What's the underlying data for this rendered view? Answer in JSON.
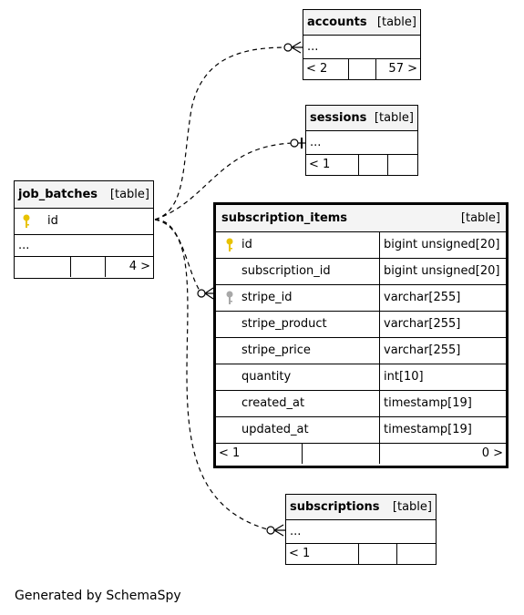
{
  "tables": {
    "accounts": {
      "name": "accounts",
      "kind": "[table]",
      "row": "...",
      "footer": [
        "< 2",
        "",
        "57 >"
      ]
    },
    "sessions": {
      "name": "sessions",
      "kind": "[table]",
      "row": "...",
      "footer": [
        "< 1",
        "",
        ""
      ]
    },
    "job_batches": {
      "name": "job_batches",
      "kind": "[table]",
      "columns": [
        "id"
      ],
      "more": "...",
      "footer": [
        "",
        "",
        "4 >"
      ]
    },
    "subscription_items": {
      "name": "subscription_items",
      "kind": "[table]",
      "columns": [
        {
          "name": "id",
          "type": "bigint unsigned[20]",
          "key": "primary-key-icon"
        },
        {
          "name": "subscription_id",
          "type": "bigint unsigned[20]",
          "key": ""
        },
        {
          "name": "stripe_id",
          "type": "varchar[255]",
          "key": "index-key-icon"
        },
        {
          "name": "stripe_product",
          "type": "varchar[255]",
          "key": ""
        },
        {
          "name": "stripe_price",
          "type": "varchar[255]",
          "key": ""
        },
        {
          "name": "quantity",
          "type": "int[10]",
          "key": ""
        },
        {
          "name": "created_at",
          "type": "timestamp[19]",
          "key": ""
        },
        {
          "name": "updated_at",
          "type": "timestamp[19]",
          "key": ""
        }
      ],
      "footer": [
        "< 1",
        "",
        "0 >"
      ]
    },
    "subscriptions": {
      "name": "subscriptions",
      "kind": "[table]",
      "row": "...",
      "footer": [
        "< 1",
        "",
        ""
      ]
    }
  },
  "footer_text": "Generated by SchemaSpy",
  "colors": {
    "header_bg": "#f4f4f4",
    "primary_key": "#e8c200",
    "index_key": "#a8a8a8"
  }
}
